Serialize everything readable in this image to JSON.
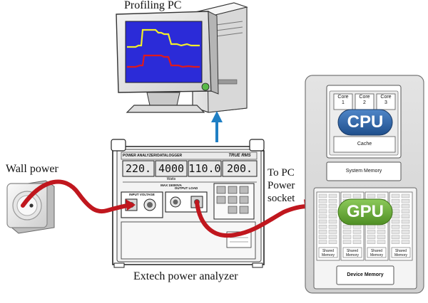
{
  "labels": {
    "profiling_pc": "Profiling PC",
    "wall_power": "Wall power",
    "to_pc_power_socket": "To PC\nPower\nsocket",
    "power_analyzer": "Extech power analyzer"
  },
  "analyzer": {
    "panel_title": "POWER ANALYZER/DATALOGGER",
    "panel_badge": "TRUE RMS",
    "readings": [
      "220.",
      "4000",
      "110.0",
      "200."
    ],
    "reading_units": [
      "",
      "Watts",
      "",
      ""
    ],
    "input_label": "INPUT VOLTAGE",
    "output_label": "OUTPUT LOAD",
    "warn_label": "MAX 15000VA"
  },
  "hardware": {
    "cores": [
      "Core\n1",
      "Core\n2",
      "Core\n3"
    ],
    "cpu_label": "CPU",
    "cache_label": "Cache",
    "system_memory_label": "System Memory",
    "gpu_label": "GPU",
    "shared_memory_label": "Shared\nMemory",
    "device_memory_label": "Device Memory"
  },
  "colors": {
    "cable": "#c0171e",
    "arrow": "#1f7fc4",
    "cpu_badge": "#2a5e9e",
    "gpu_badge": "#66a830",
    "screen_bg": "#2b2bd8",
    "trace_yellow": "#f2ee2a",
    "trace_red": "#e01a1a"
  }
}
